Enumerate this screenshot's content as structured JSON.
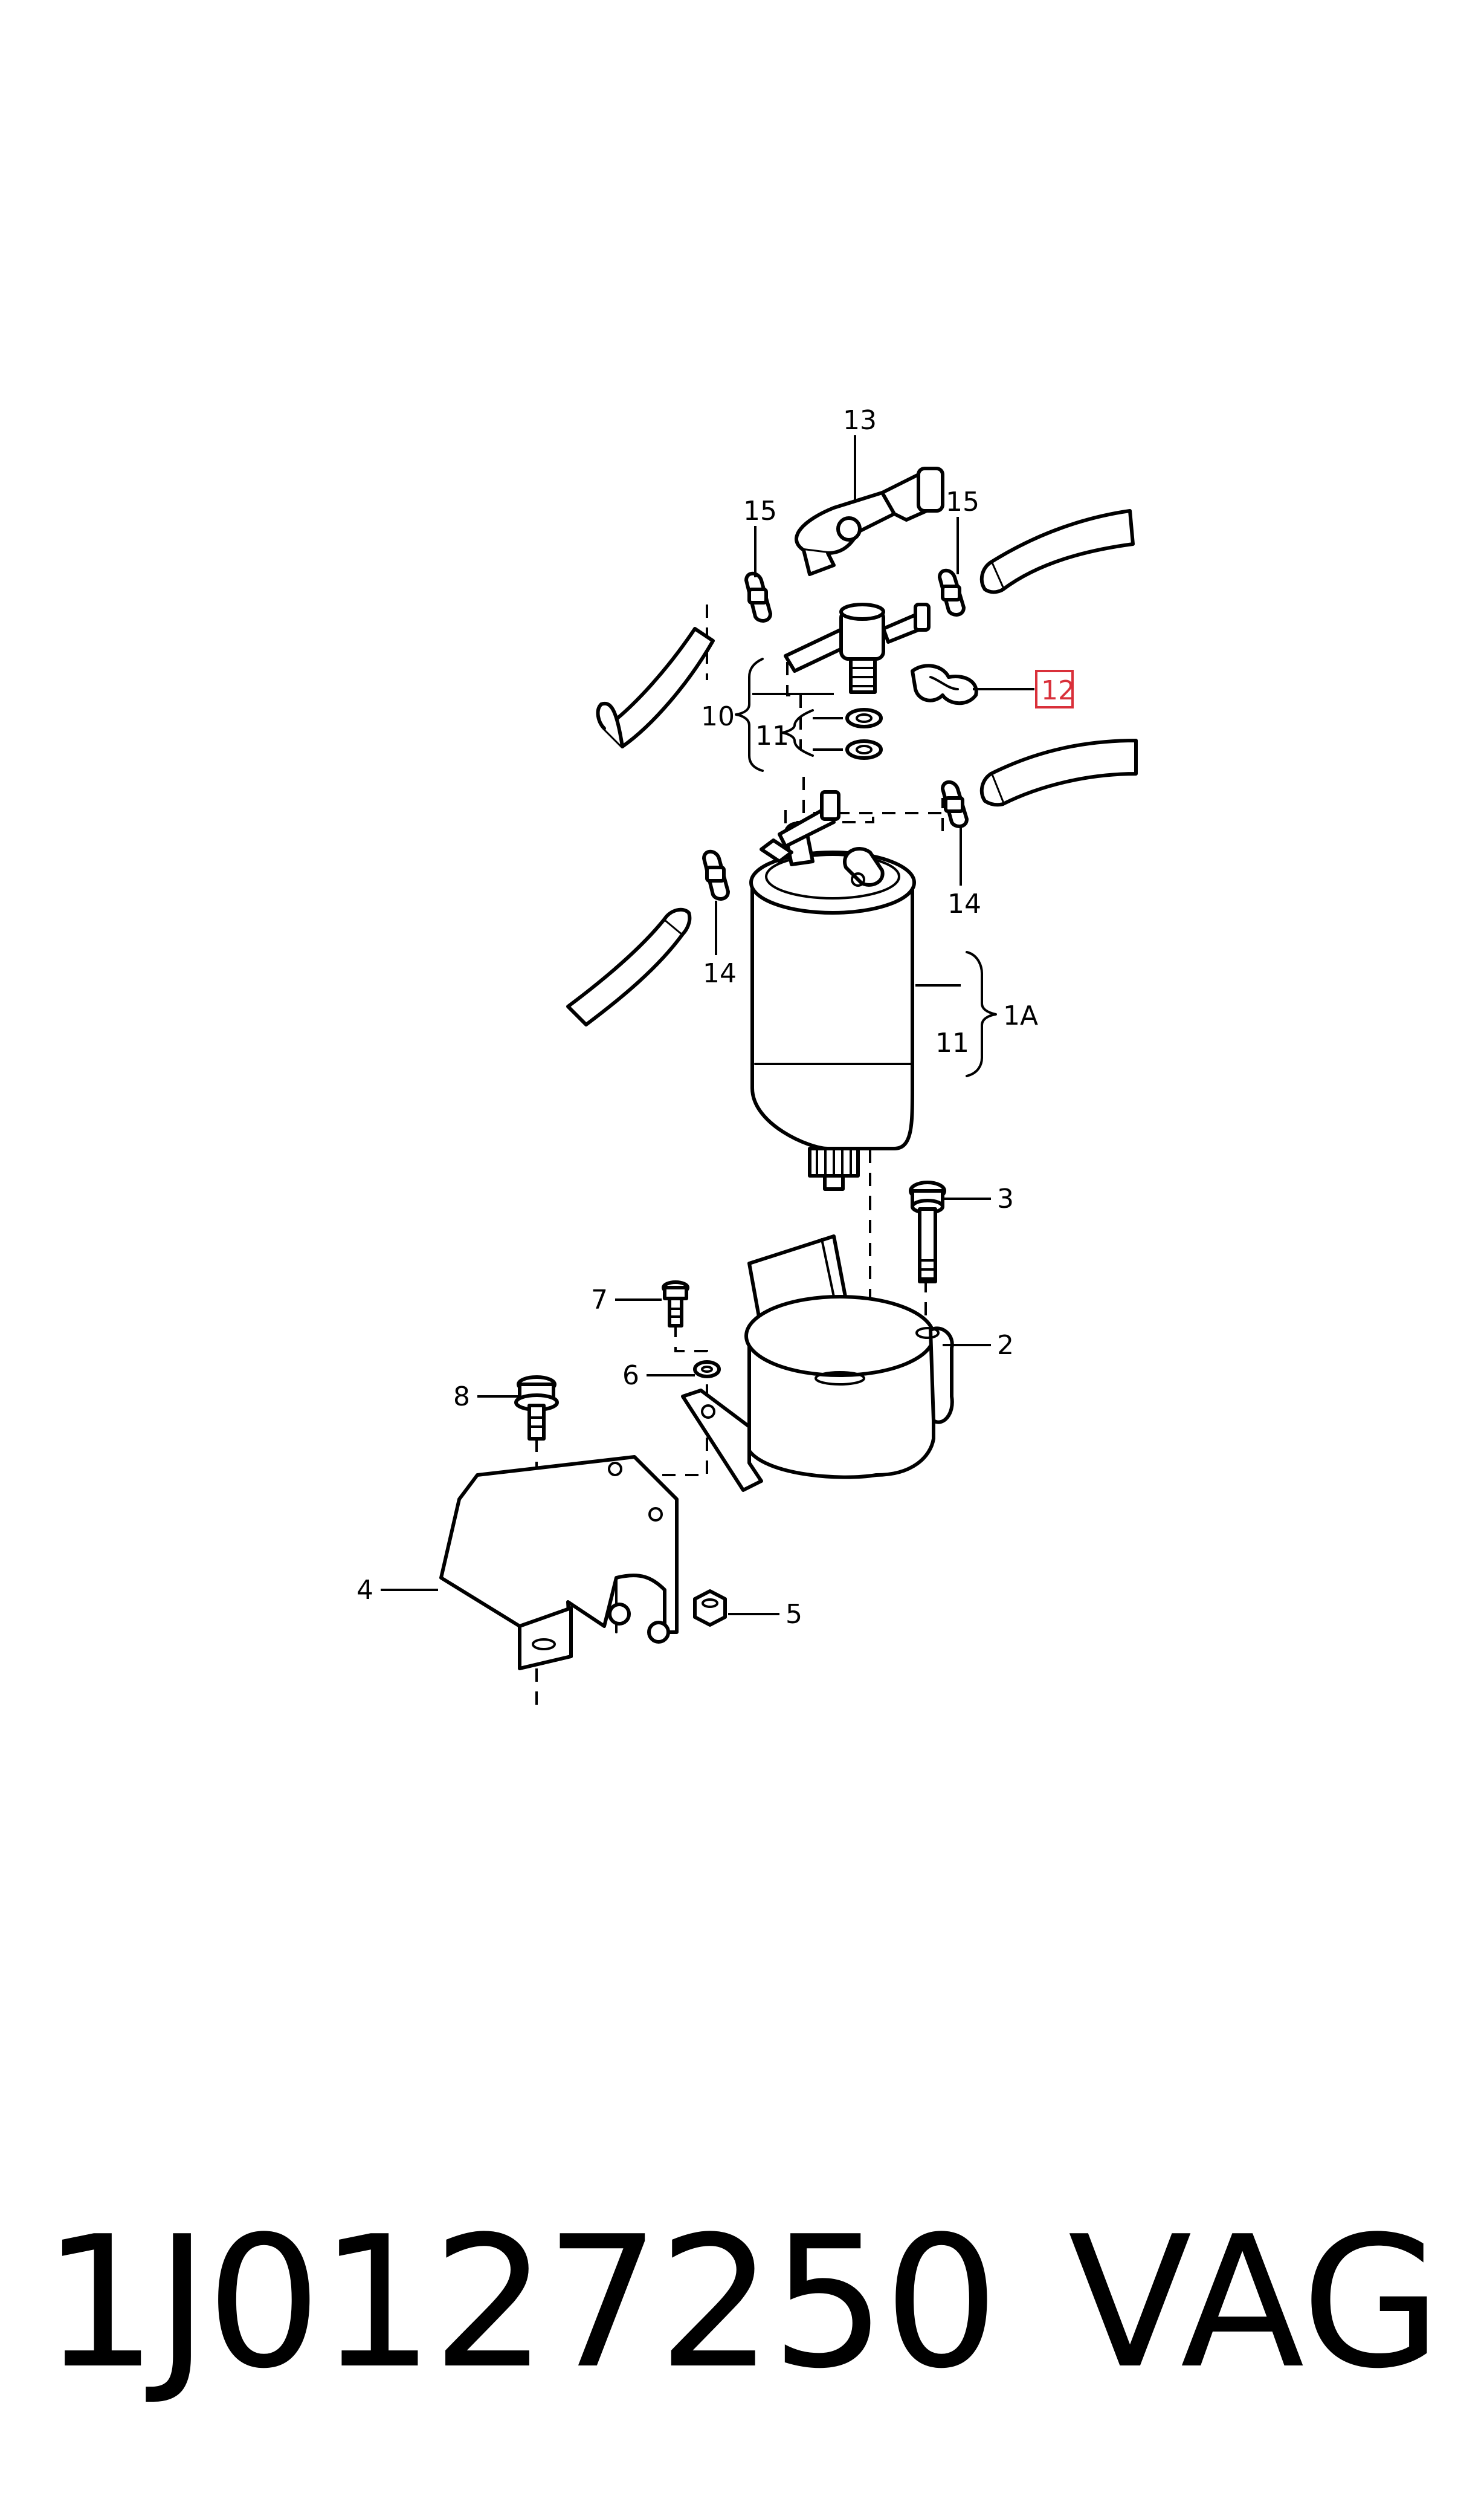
{
  "diagram": {
    "callouts": {
      "c1a": "1A",
      "c2": "2",
      "c3": "3",
      "c4": "4",
      "c5": "5",
      "c6": "6",
      "c7": "7",
      "c8": "8",
      "c10": "10",
      "c11_top": "11",
      "c11_side": "11",
      "c12": "12",
      "c13": "13",
      "c14_right": "14",
      "c14_left": "14",
      "c15_left": "15",
      "c15_right": "15"
    },
    "highlight_color": "#d9303a",
    "line_color": "#000000"
  },
  "footer": {
    "part_number": "1J0127250",
    "brand": "VAG"
  }
}
